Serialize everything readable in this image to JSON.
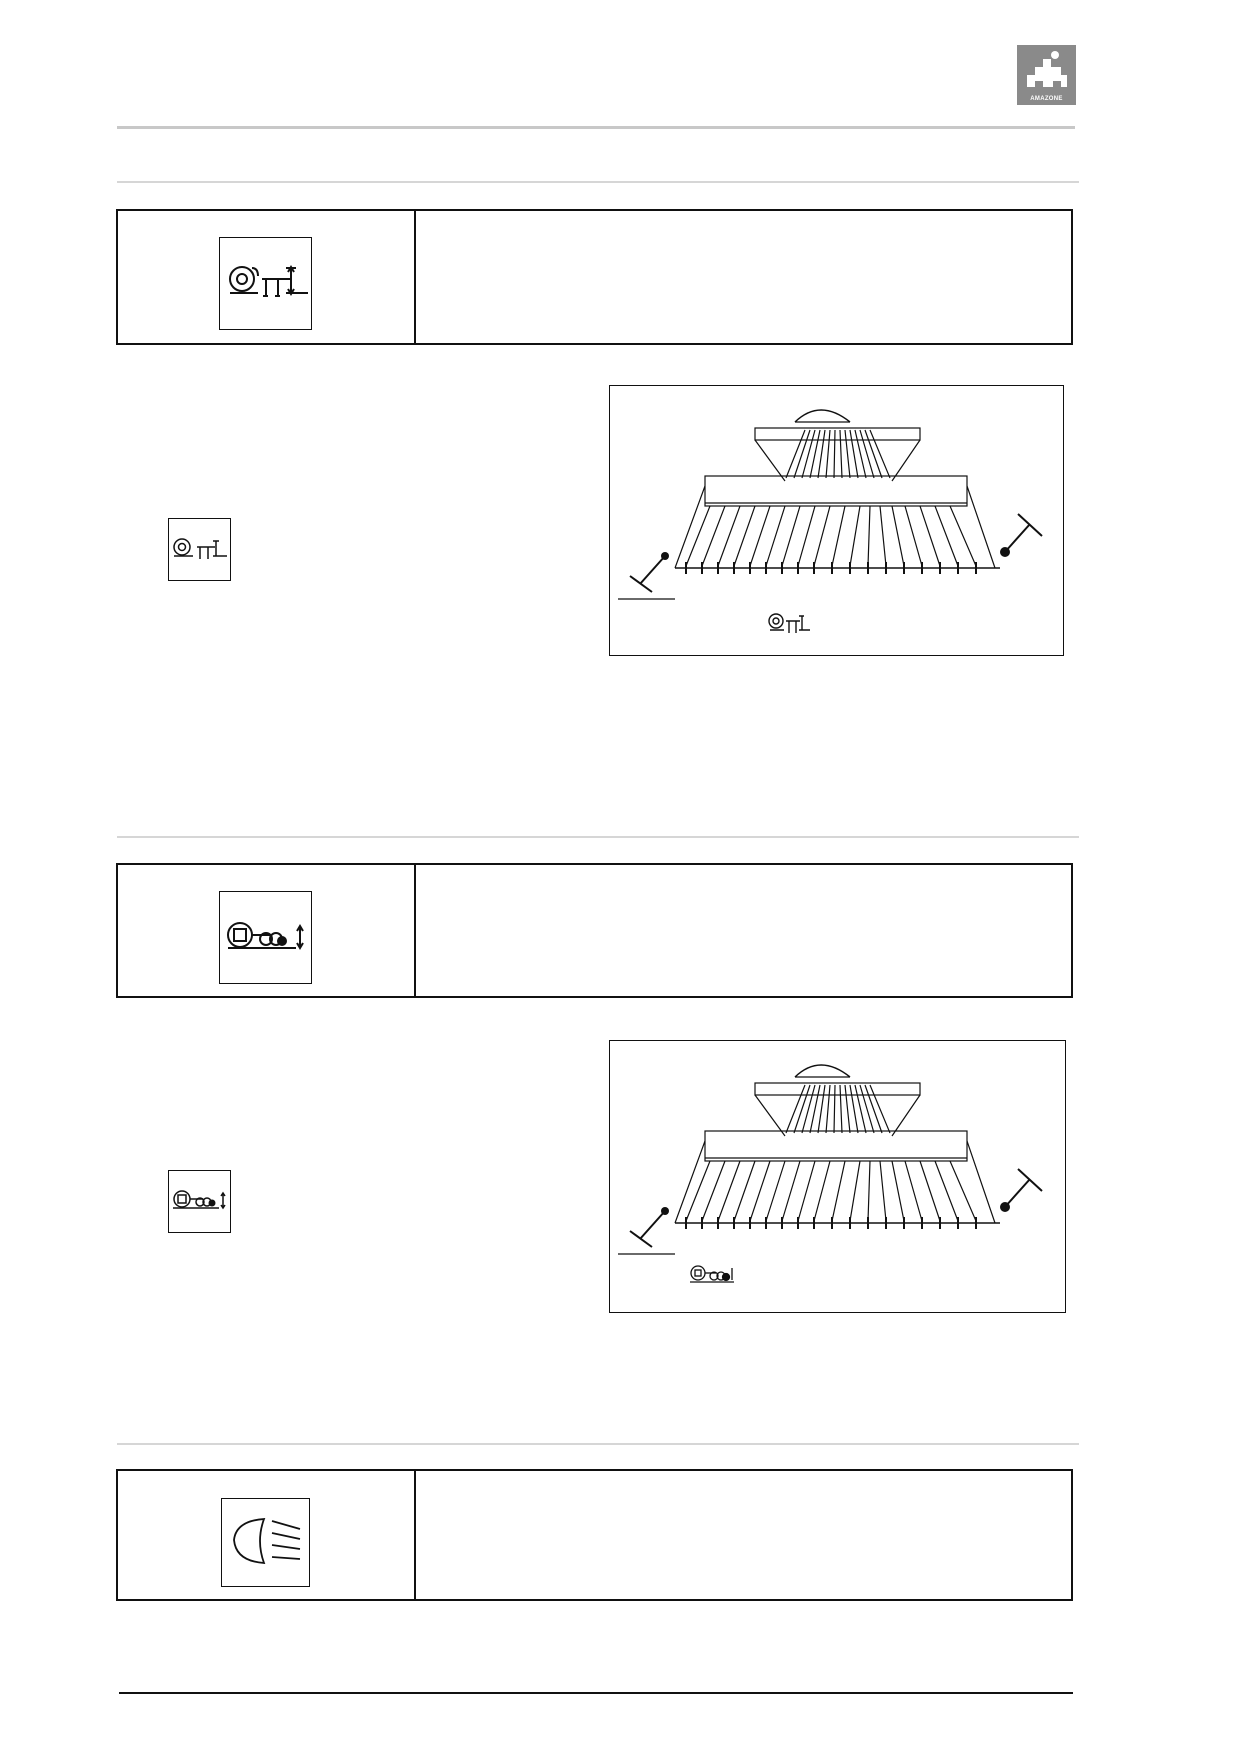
{
  "header": {
    "logo": {
      "icon": "amazone-logo-icon",
      "text": "AMAZONE",
      "color": "#888888"
    }
  },
  "sections": [
    {
      "id": "tramline-marker",
      "icon": "tramline-marker-icon",
      "figure_icon": "tramline-marker-icon"
    },
    {
      "id": "pre-emergence-marker",
      "icon": "pre-emergence-marker-icon",
      "figure_icon": "pre-emergence-marker-icon"
    },
    {
      "id": "work-lights",
      "icon": "headlight-icon"
    }
  ],
  "colors": {
    "rule_gray": "#c8c8c8",
    "ink": "#111111"
  }
}
